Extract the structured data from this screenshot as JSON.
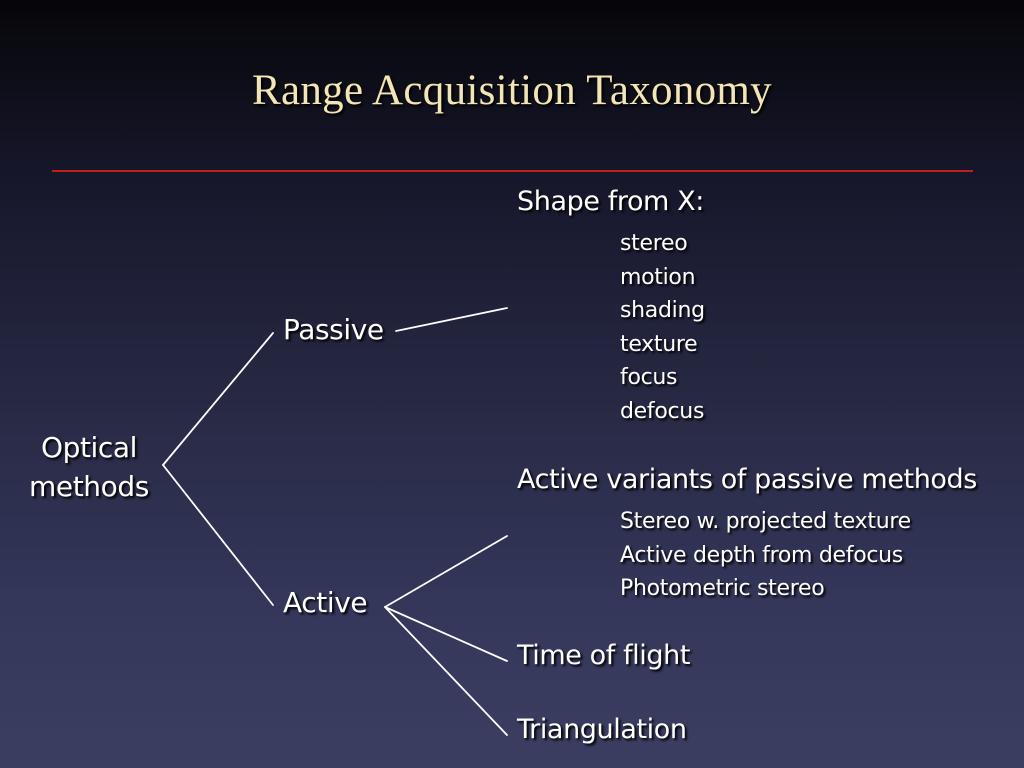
{
  "slide": {
    "title": "Range Acquisition Taxonomy",
    "accent_rule_color": "#c01d1d",
    "title_color": "#f4e6b4"
  },
  "tree": {
    "root": {
      "line1": "Optical",
      "line2": "methods"
    },
    "passive": {
      "label": "Passive",
      "group": {
        "heading": "Shape from X:",
        "items": [
          "stereo",
          "motion",
          "shading",
          "texture",
          "focus",
          "defocus"
        ]
      }
    },
    "active": {
      "label": "Active",
      "variants": {
        "heading": "Active variants of passive methods",
        "items": [
          "Stereo w. projected texture",
          "Active depth from defocus",
          "Photometric stereo"
        ]
      },
      "time_of_flight": "Time of flight",
      "triangulation": "Triangulation"
    }
  }
}
